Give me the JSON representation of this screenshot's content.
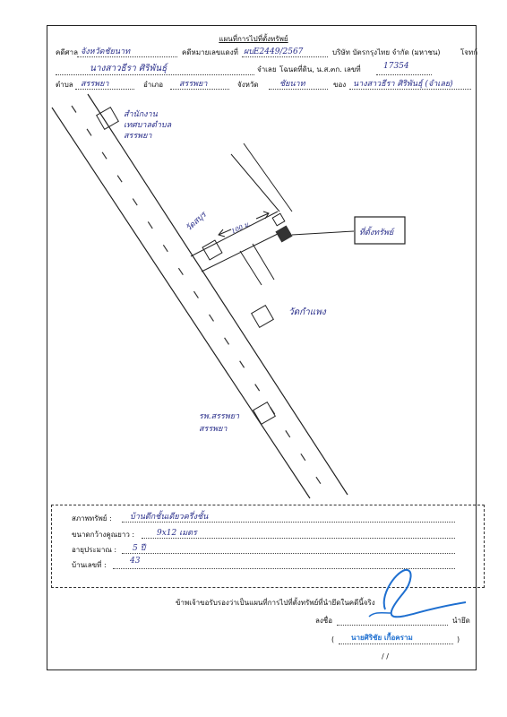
{
  "header": {
    "title": "แผนที่การไปที่ตั้งทรัพย์",
    "court_label": "คดีศาล",
    "court_value": "จังหวัดชัยนาท",
    "case_label": "คดีหมายเลขแดงที่",
    "case_value": "ผบE2449/2567",
    "plaintiff": "บริษัท บัตรกรุงไทย จำกัด (มหาชน)",
    "plaintiff_role": "โจทก์",
    "defendant_value": "นางสาวธีรา ศิริพันธุ์",
    "defendant_role": "จำเลย",
    "deed_label": "โฉนดที่ดิน, น.ส.๓ก. เลขที่",
    "deed_value": "17354",
    "subdistrict_label": "ตำบล",
    "subdistrict_value": "สรรพยา",
    "district_label": "อำเภอ",
    "district_value": "สรรพยา",
    "province_label": "จังหวัด",
    "province_value": "ชัยนาท",
    "owner_label": "ของ",
    "owner_value": "นางสาวธีรา ศิริพันธุ์ (จำเลย)"
  },
  "map": {
    "landmark_1": "สำนักงาน เทศบาลตำบล สรรพยา",
    "landmark_2": "วัดสบุร",
    "landmark_distance": "100 ม.",
    "landmark_3": "วัดกำแพง",
    "landmark_4": "รพ.สรรพยา สรรพยา",
    "property_box": "ที่ตั้งทรัพย์"
  },
  "details": {
    "condition_label": "สภาพทรัพย์ :",
    "condition_value": "บ้านตึกชั้นเดียวครึ่งชั้น",
    "size_label": "ขนาดกว้างคูณยาว :",
    "size_value": "9x12 เมตร",
    "age_label": "อายุประมาณ :",
    "age_value": "5 ปี",
    "house_no_label": "บ้านเลขที่ :",
    "house_no_value": "43"
  },
  "footer": {
    "certify_text": "ข้าพเจ้าขอรับรองว่าเป็นแผนที่การไปที่ตั้งทรัพย์ที่นำยึดในคดีนี้จริง",
    "sign_label": "ลงชื่อ",
    "sign_role": "นำยึด",
    "name_open": "(",
    "name_value": "นายศิริชัย เกื้อคราม",
    "name_close": ")",
    "date_value": "/          /"
  },
  "colors": {
    "ink": "#2a2f8a",
    "stamp_blue": "#1e6fd0",
    "line": "#222222"
  }
}
